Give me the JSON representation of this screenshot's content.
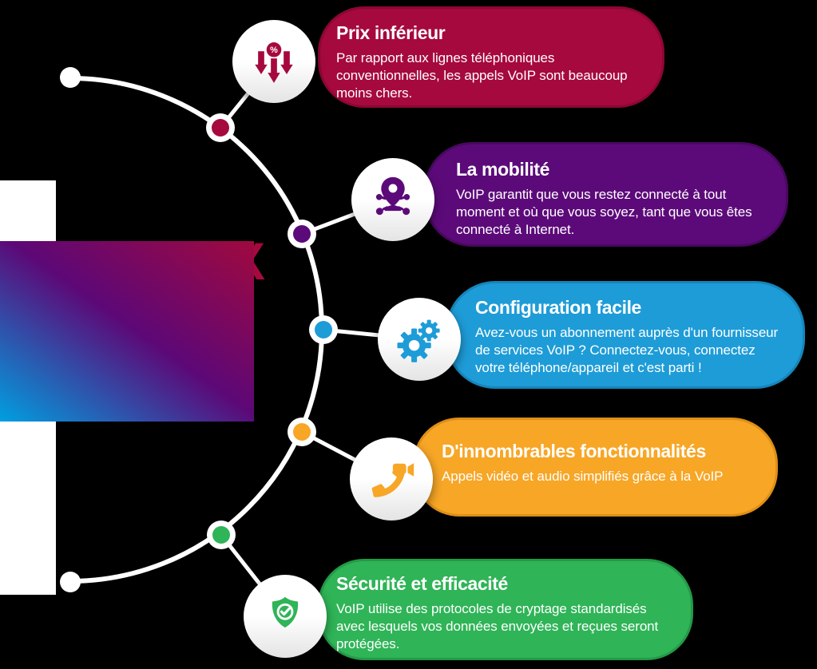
{
  "background_color": "#000000",
  "decor": {
    "arc_color": "#FFFFFF",
    "dot_ring_color": "#FFFFFF",
    "gradient_box_colors": [
      "#A0093E",
      "#5D0877",
      "#009FE0"
    ],
    "partial_letter": "X",
    "percent_symbol": "%"
  },
  "cards": [
    {
      "icon": "arrows-down-percent-icon",
      "title": "Prix inférieur",
      "body": "Par rapport aux lignes téléphoniques conventionnelles, les appels VoIP sont beaucoup moins chers.",
      "color": "#A6093D",
      "border_color": "#8C0731"
    },
    {
      "icon": "location-network-icon",
      "title": "La mobilité",
      "body": "VoIP garantit que vous restez connecté à tout moment et où que vous soyez, tant que vous êtes connecté à Internet.",
      "color": "#5C0A7A",
      "border_color": "#49085F"
    },
    {
      "icon": "gears-icon",
      "title": "Configuration facile",
      "body": "Avez-vous un abonnement auprès d'un fournisseur de services VoIP ? Connectez-vous, connectez votre téléphone/appareil et c'est parti !",
      "color": "#1E9CD7",
      "border_color": "#1685BA"
    },
    {
      "icon": "phone-video-icon",
      "title": "D'innombrables fonctionnalités",
      "body": "Appels vidéo et audio simplifiés grâce à la VoIP",
      "color": "#F7A626",
      "border_color": "#DE8F17"
    },
    {
      "icon": "shield-check-icon",
      "title": "Sécurité et efficacité",
      "body": "VoIP utilise des protocoles de cryptage standardisés avec lesquels vos données envoyées et reçues seront protégées.",
      "color": "#2FB457",
      "border_color": "#249A46"
    }
  ]
}
